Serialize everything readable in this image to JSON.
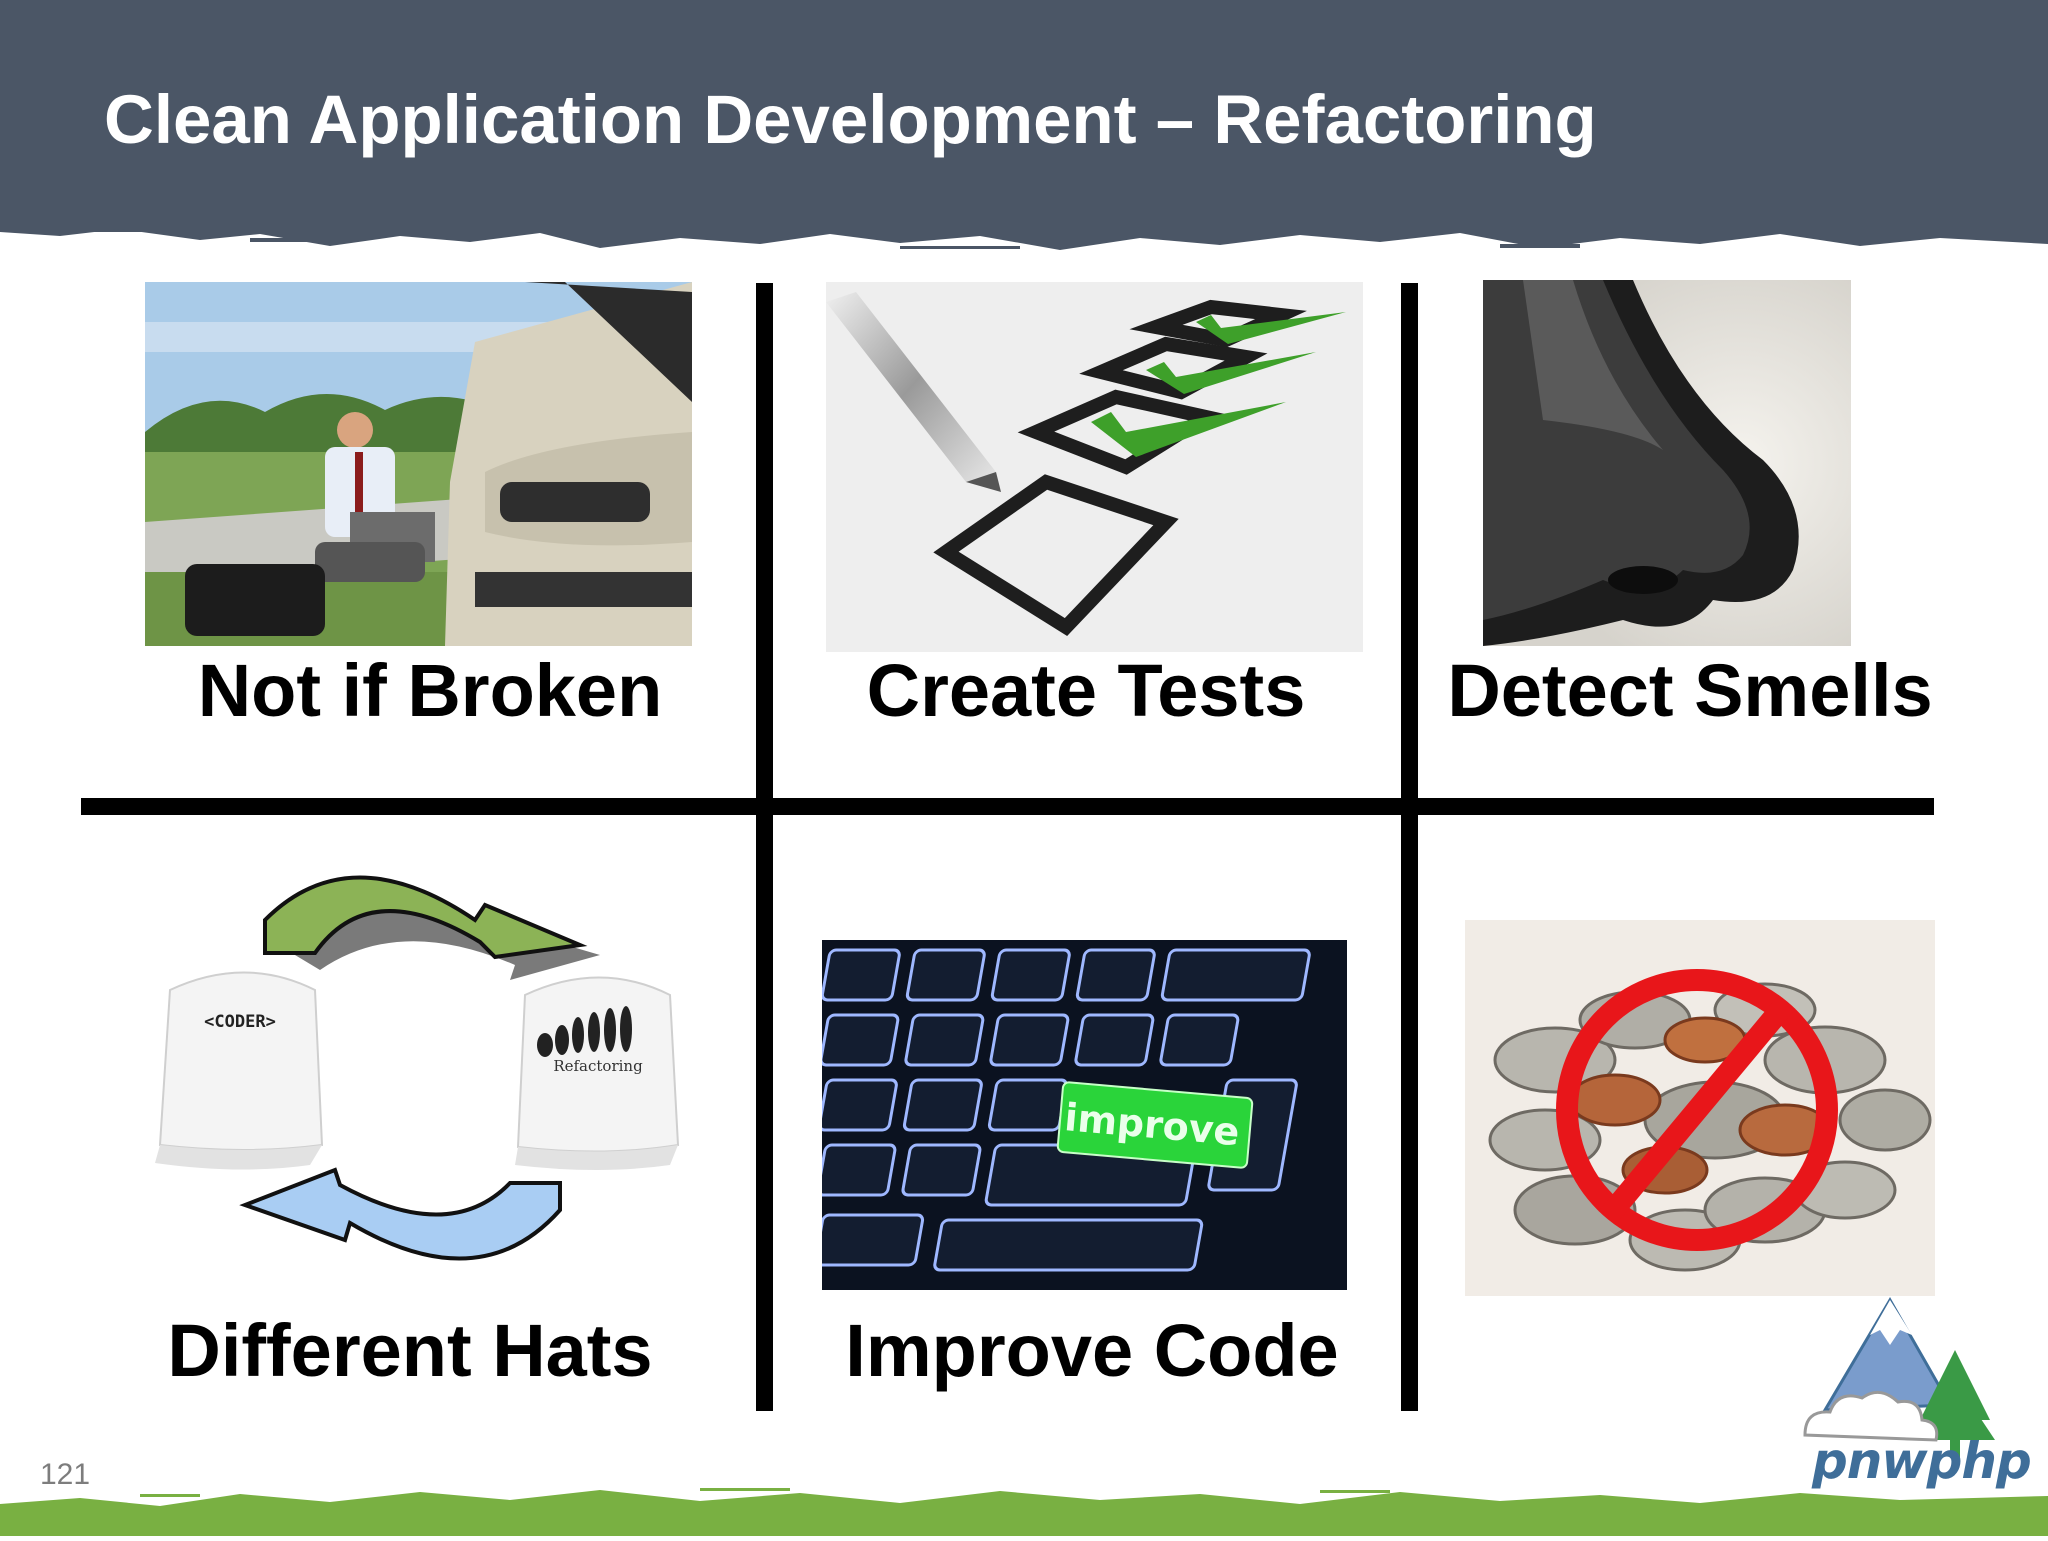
{
  "slide": {
    "title": "Clean Application Development – Refactoring",
    "page_number": "121"
  },
  "cells": [
    {
      "label": "Not if Broken",
      "image": "man-with-laptop-by-broken-car-photo"
    },
    {
      "label": "Create Tests",
      "image": "checklist-checkmarks-photo"
    },
    {
      "label": "Detect Smells",
      "image": "nose-photo"
    },
    {
      "label": "Different Hats",
      "image": "coder-and-refactoring-hats-cycle"
    },
    {
      "label": "Improve Code",
      "image": "keyboard-improve-key-photo"
    },
    {
      "label": "",
      "image": "coins-no-symbol-photo"
    }
  ],
  "images": {
    "hat_left_text": "<CODER>",
    "hat_right_text": "Refactoring",
    "keyboard_key_text": "improve"
  },
  "logo": {
    "text": "pnwphp"
  },
  "colors": {
    "header": "#4b5666",
    "footer_green": "#79b042",
    "logo_blue": "#3f6e99"
  }
}
